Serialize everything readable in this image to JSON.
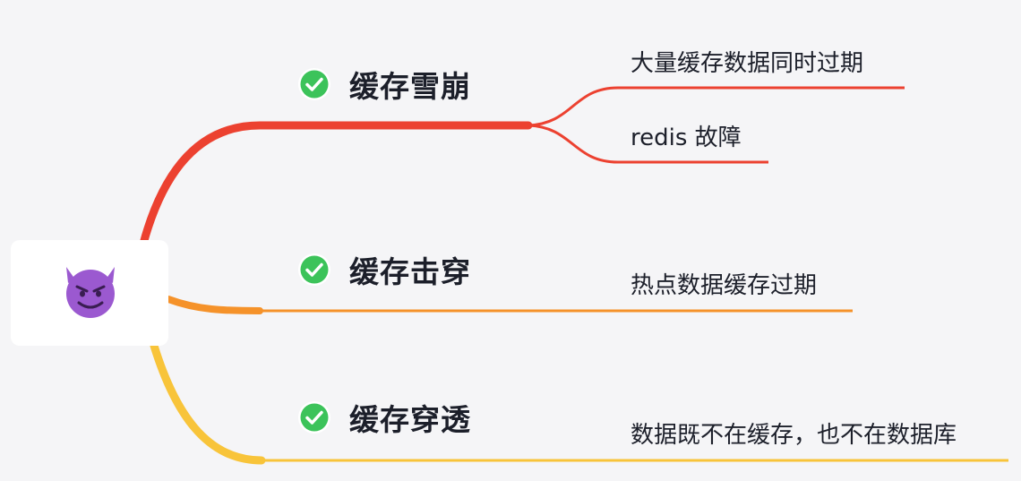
{
  "root": {
    "icon": "smiling-devil-icon"
  },
  "topics": [
    {
      "label": "缓存雪崩",
      "color": "#ec4130",
      "icon": "check-circle-icon",
      "children": [
        {
          "label": "大量缓存数据同时过期"
        },
        {
          "label": "redis 故障"
        }
      ]
    },
    {
      "label": "缓存击穿",
      "color": "#f5922a",
      "icon": "check-circle-icon",
      "children": [
        {
          "label": "热点数据缓存过期"
        }
      ]
    },
    {
      "label": "缓存穿透",
      "color": "#f8c43a",
      "icon": "check-circle-icon",
      "children": [
        {
          "label": "数据既不在缓存，也不在数据库"
        }
      ]
    }
  ],
  "colors": {
    "check_green": "#3cc35a",
    "devil_purple": "#9b59d0"
  }
}
